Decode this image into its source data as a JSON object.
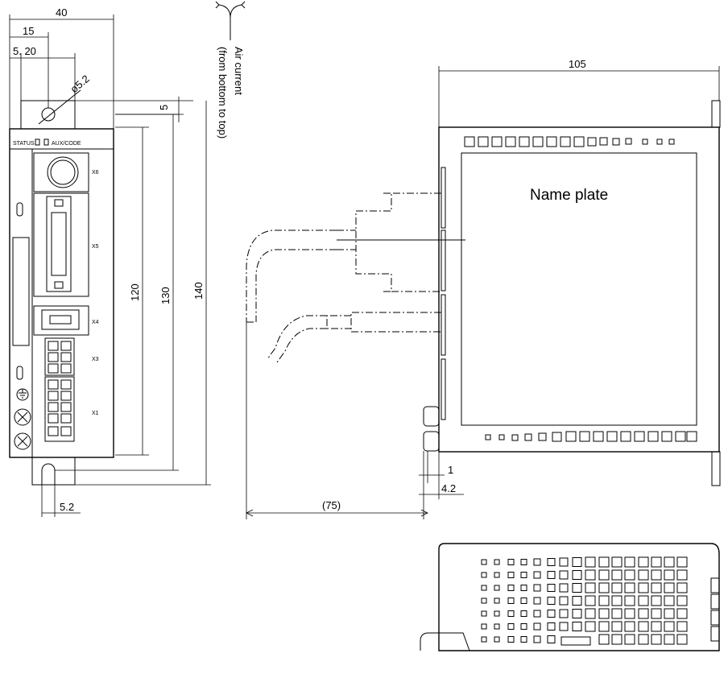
{
  "dimensions": {
    "width_40": "40",
    "dim_15": "15",
    "dim_5_20": "5. 20",
    "hole_dia": "ø5.2",
    "top_5": "5",
    "h_120": "120",
    "h_130": "130",
    "h_140": "140",
    "bottom_5_2": "5.2",
    "depth_105": "105",
    "dim_1": "1",
    "dim_4_2": "4.2",
    "cable_75": "(75)"
  },
  "annotations": {
    "air_line1": "Air current",
    "air_line2": "(from bottom to top)",
    "name_plate": "Name plate"
  },
  "front_panel": {
    "status": "STATUS",
    "aux": "AUX/CODE",
    "x6": "X6",
    "x5": "X5",
    "x4": "X4",
    "x3": "X3",
    "x1": "X1"
  }
}
